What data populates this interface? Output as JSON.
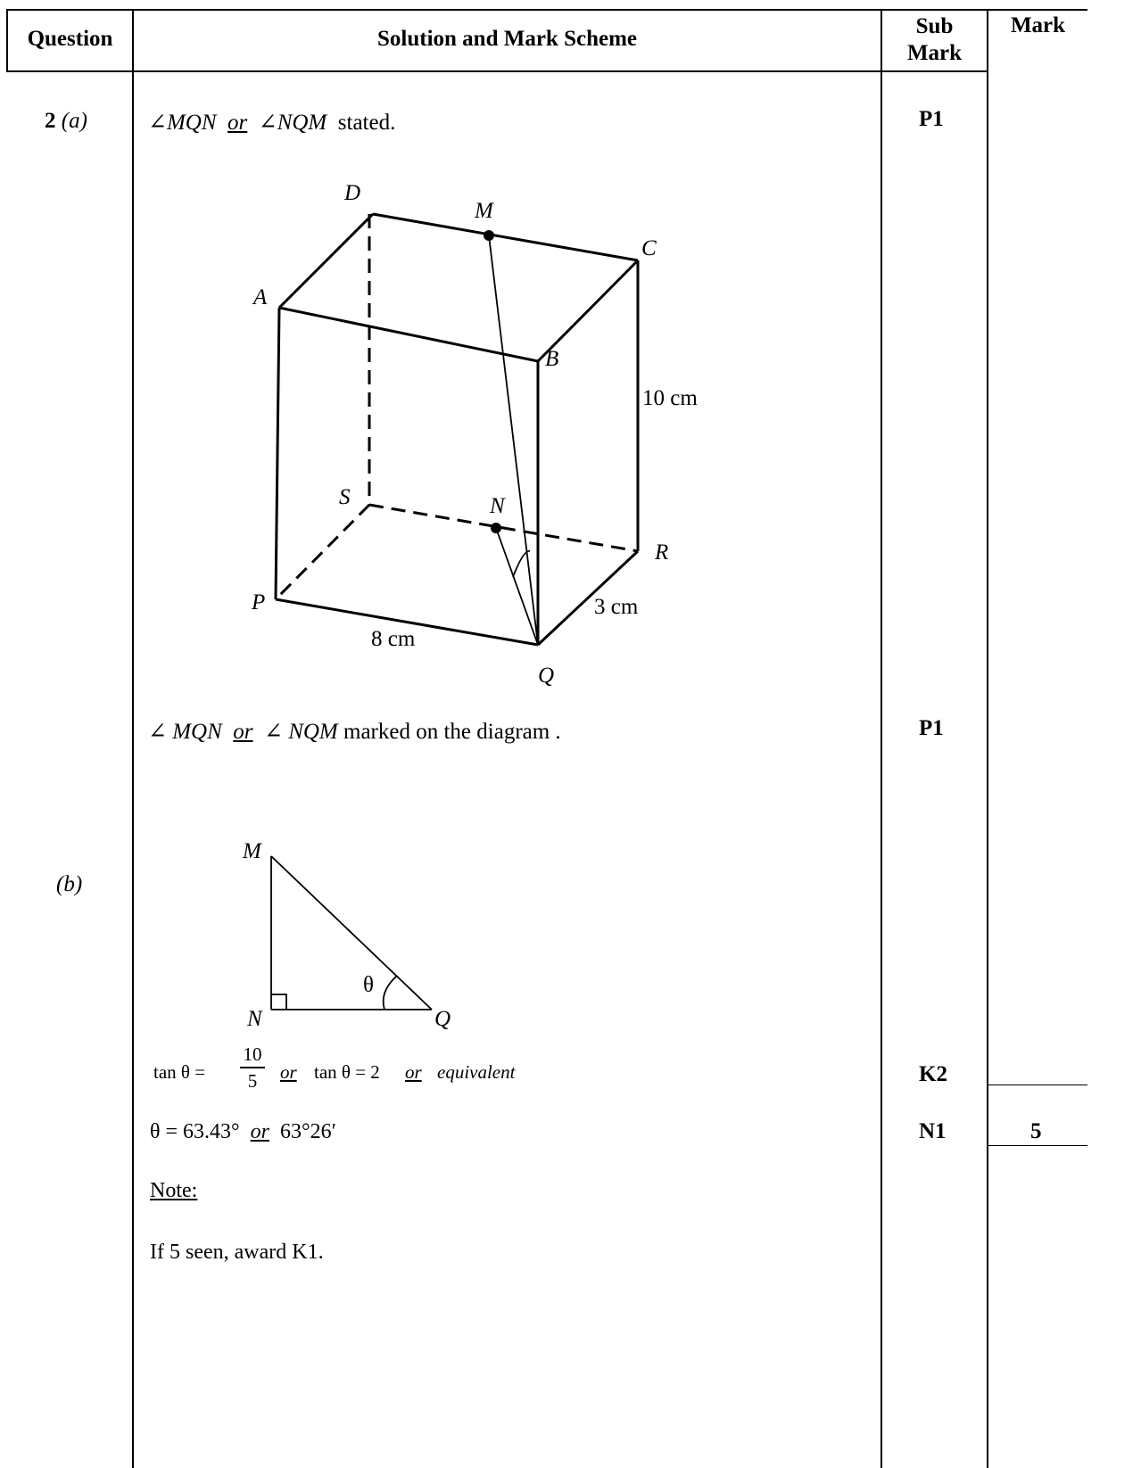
{
  "header": {
    "question": "Question",
    "solution": "Solution and Mark Scheme",
    "sub_mark_line1": "Sub",
    "sub_mark_line2": "Mark",
    "mark": "Mark"
  },
  "question_a": {
    "number": "2",
    "part": "(a)",
    "stated_angle1": "∠MQN",
    "stated_or": "or",
    "stated_angle2": "∠NQM",
    "stated_suffix": "stated.",
    "stated_mark": "P1",
    "marked_angle1": "∠ MQN",
    "marked_or": "or",
    "marked_angle2": "∠ NQM",
    "marked_suffix": "marked on the diagram .",
    "marked_mark": "P1"
  },
  "cuboid_diagram": {
    "labels": {
      "D": "D",
      "M": "M",
      "C": "C",
      "A": "A",
      "B": "B",
      "S": "S",
      "N": "N",
      "R": "R",
      "P": "P",
      "Q": "Q"
    },
    "dim_height": "10 cm",
    "dim_width": "3 cm",
    "dim_length": "8 cm"
  },
  "question_b": {
    "part": "(b)",
    "triangle_labels": {
      "M": "M",
      "N": "N",
      "Q": "Q",
      "theta": "θ"
    },
    "tan_prefix": "tan θ =",
    "tan_numerator": "10",
    "tan_denominator": "5",
    "tan_or1": "or",
    "tan_alt": "tan θ = 2",
    "tan_or2": "or",
    "tan_equivalent": "equivalent",
    "tan_mark": "K2",
    "theta_prefix": "θ = 63.43°",
    "theta_or": "or",
    "theta_alt": "63°26′",
    "theta_mark": "N1",
    "total_mark": "5",
    "note_title": "Note:",
    "note_text": "If 5 seen, award K1."
  }
}
